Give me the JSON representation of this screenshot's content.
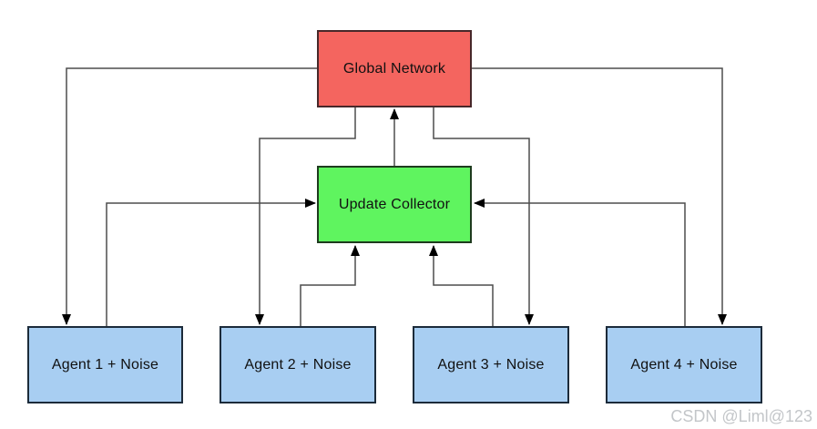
{
  "diagram": {
    "nodes": {
      "global_network": {
        "label": "Global Network",
        "fill": "#F4655F",
        "border": "#47282a"
      },
      "update_collector": {
        "label": "Update Collector",
        "fill": "#5FF45F",
        "border": "#1e3b1e"
      },
      "agent_1": {
        "label": "Agent 1 + Noise",
        "fill": "#A8CEF2",
        "border": "#1c2b3a"
      },
      "agent_2": {
        "label": "Agent 2 + Noise",
        "fill": "#A8CEF2",
        "border": "#1c2b3a"
      },
      "agent_3": {
        "label": "Agent 3 + Noise",
        "fill": "#A8CEF2",
        "border": "#1c2b3a"
      },
      "agent_4": {
        "label": "Agent 4 + Noise",
        "fill": "#A8CEF2",
        "border": "#1c2b3a"
      }
    },
    "edges": [
      {
        "from": "global_network",
        "to": "agent_1"
      },
      {
        "from": "global_network",
        "to": "agent_2"
      },
      {
        "from": "global_network",
        "to": "agent_3"
      },
      {
        "from": "global_network",
        "to": "agent_4"
      },
      {
        "from": "update_collector",
        "to": "global_network"
      },
      {
        "from": "agent_1",
        "to": "update_collector"
      },
      {
        "from": "agent_2",
        "to": "update_collector"
      },
      {
        "from": "agent_3",
        "to": "update_collector"
      },
      {
        "from": "agent_4",
        "to": "update_collector"
      }
    ],
    "edge_color": "#4d4d4d",
    "arrowhead_color": "#000000"
  },
  "watermark": {
    "text": "CSDN @Liml@123",
    "color": "#c3c6c9"
  }
}
